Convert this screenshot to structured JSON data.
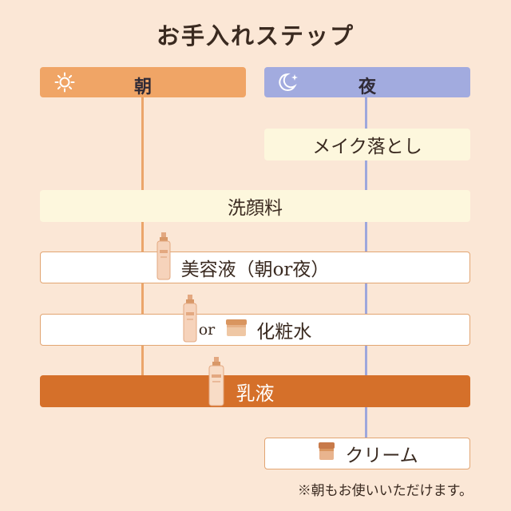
{
  "title": "お手入れステップ",
  "headers": {
    "morning": {
      "label": "朝",
      "icon": "sun-icon"
    },
    "night": {
      "label": "夜",
      "icon": "moon-icon"
    }
  },
  "steps": {
    "makeup_remover": "メイク落とし",
    "face_wash": "洗顔料",
    "serum": "美容液（朝or夜）",
    "lotion_or": "or",
    "lotion": "化粧水",
    "milk": "乳液",
    "cream": "クリーム"
  },
  "note": "※朝もお使いいただけます。",
  "colors": {
    "background": "#fbe7d6",
    "morning": "#f0a566",
    "night": "#a2abdf",
    "milk": "#d5702a",
    "cream_box": "#fdf7dd"
  },
  "icons": [
    "sun-icon",
    "moon-icon",
    "bottle-icon",
    "jar-icon"
  ]
}
